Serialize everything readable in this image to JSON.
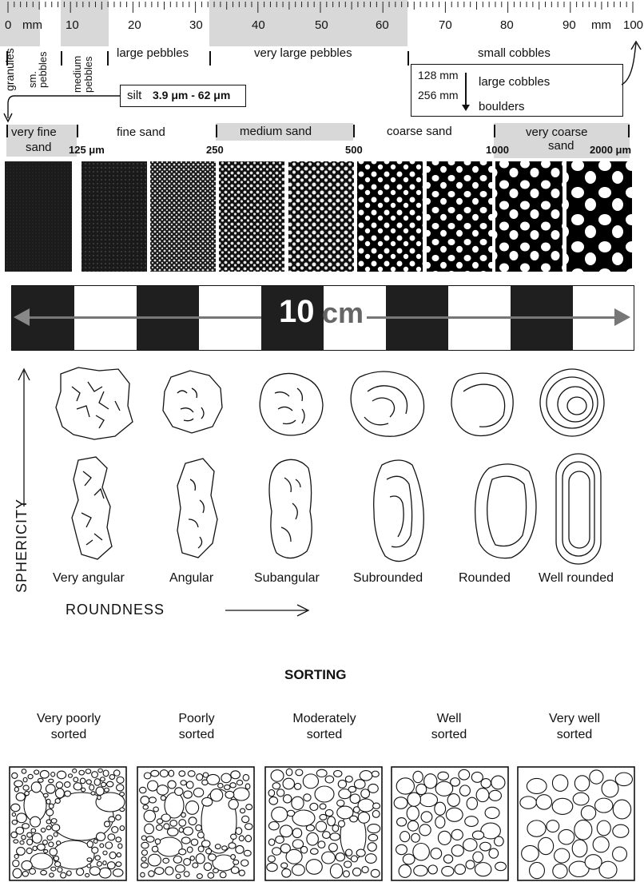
{
  "ruler": {
    "labels": [
      "0",
      "mm",
      "10",
      "20",
      "30",
      "40",
      "50",
      "60",
      "70",
      "80",
      "90",
      "mm",
      "100"
    ]
  },
  "pebbles": {
    "granules": "granules",
    "sm_pebbles": "sm. pebbles",
    "medium_pebbles": "medium pebbles",
    "large_pebbles": "large pebbles",
    "very_large_pebbles": "very large pebbles",
    "small_cobbles": "small cobbles"
  },
  "cobbles_box": {
    "v128": "128  mm",
    "v256": "256  mm",
    "large_cobbles": "large cobbles",
    "boulders": "boulders"
  },
  "silt": {
    "label": "silt",
    "range": "3.9 μm - 62 μm"
  },
  "sand": {
    "very_fine_1": "very fine",
    "very_fine_2": "sand",
    "fine": "fine sand",
    "medium": "medium sand",
    "coarse": "coarse sand",
    "very_coarse_1": "very coarse",
    "very_coarse_2": "sand",
    "v125": "125 μm",
    "v250": "250",
    "v500": "500",
    "v1000": "1000",
    "v2000": "2000 μm"
  },
  "scale_bar": {
    "num": "10",
    "unit": "cm"
  },
  "shape": {
    "sphericity": "SPHERICITY",
    "roundness": "ROUNDNESS",
    "classes": [
      "Very angular",
      "Angular",
      "Subangular",
      "Subrounded",
      "Rounded",
      "Well rounded"
    ]
  },
  "sorting": {
    "title": "SORTING",
    "classes": [
      {
        "line1": "Very poorly",
        "line2": "sorted"
      },
      {
        "line1": "Poorly",
        "line2": "sorted"
      },
      {
        "line1": "Moderately",
        "line2": "sorted"
      },
      {
        "line1": "Well",
        "line2": "sorted"
      },
      {
        "line1": "Very well",
        "line2": "sorted"
      }
    ]
  }
}
